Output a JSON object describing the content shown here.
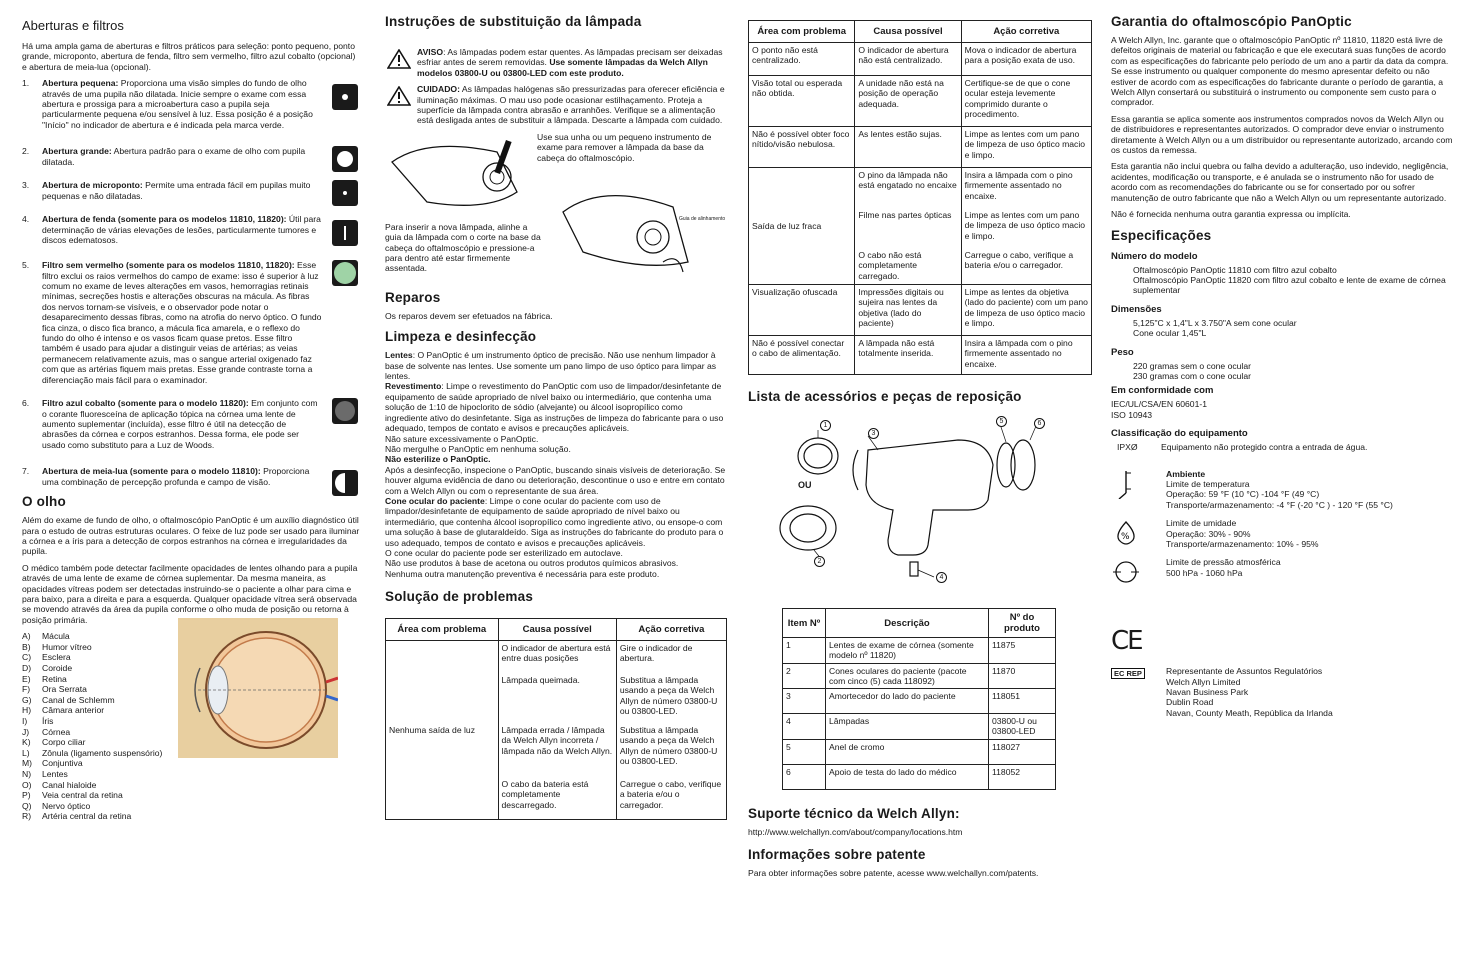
{
  "col1": {
    "heading": "Aberturas e filtros",
    "intro": "Há uma ampla gama de aberturas e filtros práticos para seleção: ponto pequeno, ponto grande, microponto, abertura de fenda, filtro sem vermelho, filtro azul cobalto (opcional) e abertura de meia-lua (opcional).",
    "filters": [
      {
        "num": "1.",
        "title": "Abertura pequena:",
        "text": " Proporciona uma visão simples do fundo de olho através de uma pupila não dilatada. Inicie sempre o exame com essa abertura e prossiga para a microabertura caso a pupila seja particularmente pequena e/ou sensível à luz. Essa posição é a posição \"Início\" no indicador de abertura e é indicada pela marca verde."
      },
      {
        "num": "2.",
        "title": "Abertura grande:",
        "text": " Abertura padrão para o exame de olho com pupila dilatada."
      },
      {
        "num": "3.",
        "title": "Abertura de microponto:",
        "text": " Permite uma entrada fácil em pupilas muito pequenas e não dilatadas."
      },
      {
        "num": "4.",
        "title": "Abertura de fenda (somente para os modelos 11810, 11820):",
        "text": " Útil para determinação de várias elevações de lesões, particularmente tumores e discos edematosos."
      },
      {
        "num": "5.",
        "title": "Filtro sem vermelho (somente para os modelos 11810, 11820):",
        "text": " Esse filtro exclui os raios vermelhos do campo de exame: isso é superior à luz comum no exame de leves alterações em vasos, hemorragias retinais mínimas, secreções hostis e alterações obscuras na mácula. As fibras dos nervos tornam-se visíveis, e o observador pode notar o desaparecimento dessas fibras, como na atrofia do nervo óptico. O fundo fica cinza, o disco fica branco, a mácula fica amarela, e o reflexo do fundo do olho é intenso e os vasos ficam quase pretos. Esse filtro também é usado para ajudar a distinguir veias de artérias; as veias permanecem relativamente azuis, mas o sangue arterial oxigenado faz com que as artérias fiquem mais pretas. Esse grande contraste torna a diferenciação mais fácil para o examinador."
      },
      {
        "num": "6.",
        "title": "Filtro azul cobalto (somente para o modelo 11820):",
        "text": " Em conjunto com o corante fluoresceína de aplicação tópica na córnea uma lente de aumento suplementar (incluída), esse filtro é útil na detecção de abrasões da córnea e corpos estranhos. Dessa forma, ele pode ser usado como substituto para a Luz de Woods."
      },
      {
        "num": "7.",
        "title": "Abertura de meia-lua (somente para o modelo 11810):",
        "text": " Proporciona uma combinação de percepção profunda e campo de visão."
      }
    ],
    "eye_heading": "O olho",
    "eye_p1": "Além do exame de fundo de olho, o oftalmoscópio PanOptic é um auxílio diagnóstico útil para o estudo de outras estruturas oculares. O feixe de luz pode ser usado para iluminar a córnea e a íris para a detecção de corpos estranhos na córnea e irregularidades da pupila.",
    "eye_p2": "O médico também pode detectar facilmente opacidades de lentes olhando para a pupila através de uma lente de exame de córnea suplementar. Da mesma maneira, as opacidades vítreas podem ser detectadas instruindo-se o paciente a olhar para cima e para baixo, para a direita e para a esquerda. Qualquer opacidade vítrea será observada se movendo através da área da pupila conforme o olho muda de posição ou retorna à posição primária.",
    "eye_labels": [
      {
        "k": "A)",
        "v": "Mácula"
      },
      {
        "k": "B)",
        "v": "Humor vítreo"
      },
      {
        "k": "C)",
        "v": "Esclera"
      },
      {
        "k": "D)",
        "v": "Coroide"
      },
      {
        "k": "E)",
        "v": "Retina"
      },
      {
        "k": "F)",
        "v": "Ora Serrata"
      },
      {
        "k": "G)",
        "v": "Canal de Schlemm"
      },
      {
        "k": "H)",
        "v": "Câmara anterior"
      },
      {
        "k": "I)",
        "v": "Íris"
      },
      {
        "k": "J)",
        "v": "Córnea"
      },
      {
        "k": "K)",
        "v": "Corpo ciliar"
      },
      {
        "k": "L)",
        "v": "Zônula (ligamento suspensório)"
      },
      {
        "k": "M)",
        "v": "Conjuntiva"
      },
      {
        "k": "N)",
        "v": "Lentes"
      },
      {
        "k": "O)",
        "v": "Canal hialoide"
      },
      {
        "k": "P)",
        "v": "Veia central da retina"
      },
      {
        "k": "Q)",
        "v": "Nervo óptico"
      },
      {
        "k": "R)",
        "v": "Artéria central da retina"
      }
    ]
  },
  "col2": {
    "lamp_heading": "Instruções de substituição da lâmpada",
    "aviso_title": "AVISO",
    "aviso_text": ": As lâmpadas podem estar quentes. As lâmpadas precisam ser deixadas esfriar antes de serem removidas. ",
    "aviso_bold": "Use somente lâmpadas da Welch Allyn modelos 03800-U ou 03800-LED com este produto.",
    "cuidado_title": "CUIDADO:",
    "cuidado_text": " As lâmpadas halógenas são pressurizadas para oferecer eficiência e iluminação máximas. O mau uso pode ocasionar estilhaçamento. Proteja a superfície da lâmpada contra abrasão e arranhões. Verifique se a alimentação está desligada antes de substituir a lâmpada. Descarte a lâmpada com cuidado.",
    "fig_caption_right": "Use sua unha ou um pequeno instrumento de exame para remover a lâmpada da base da cabeça do oftalmoscópio.",
    "fig_caption_left": "Para inserir a nova lâmpada, alinhe a guia da lâmpada com o corte na base da cabeça do oftalmoscópio e pressione-a para dentro até estar firmemente assentada.",
    "fig_guide_label": "Guia de alinhamento",
    "repairs_heading": "Reparos",
    "repairs_text": "Os reparos devem ser efetuados na fábrica.",
    "clean_heading": "Limpeza e desinfecção",
    "clean_lentes_label": "Lentes",
    "clean_lentes": ": O PanOptic é um instrumento óptico de precisão. Não use nenhum limpador à base de solvente nas lentes. Use somente um pano limpo de uso óptico para limpar as lentes.",
    "clean_rev_label": "Revestimento",
    "clean_rev": ": Limpe o revestimento do PanOptic com uso de limpador/desinfetante de equipamento de saúde apropriado de nível baixo ou intermediário, que contenha uma solução de 1:10 de hipoclorito de sódio (alvejante) ou álcool isopropílico como ingrediente ativo do desinfetante. Siga as instruções de limpeza do fabricante para o uso adequado, tempos de contato e avisos e precauções aplicáveis.",
    "clean_l1": "Não sature excessivamente o PanOptic.",
    "clean_l2": "Não mergulhe o PanOptic em nenhuma solução.",
    "clean_l3": "Não esterilize o PanOptic.",
    "clean_l4": "Após a desinfecção, inspecione o PanOptic, buscando sinais visíveis de deterioração. Se houver alguma evidência de dano ou deterioração, descontinue o uso e entre em contato com a Welch Allyn ou com o representante de sua área.",
    "clean_cone_label": "Cone ocular do paciente",
    "clean_cone": ": Limpe o cone ocular do paciente com uso de limpador/desinfetante de equipamento de saúde apropriado de nível baixo ou intermediário, que contenha álcool isopropílico como ingrediente ativo, ou ensope-o com uma solução à base de glutaraldeído. Siga as instruções do fabricante do produto para o uso adequado, tempos de contato e avisos e precauções aplicáveis.",
    "clean_l5": "O cone ocular do paciente pode ser esterilizado em autoclave.",
    "clean_l6": "Não use produtos à base de acetona ou outros produtos químicos abrasivos.",
    "clean_l7": "Nenhuma outra manutenção preventiva é necessária para este produto.",
    "trouble_heading": "Solução de problemas",
    "t_headers": [
      "Área com problema",
      "Causa possível",
      "Ação corretiva"
    ],
    "t_area": "Nenhuma saída de luz",
    "t_rows": [
      {
        "cause": "O indicador de abertura está entre duas posições",
        "action": "Gire o indicador de abertura."
      },
      {
        "cause": "Lâmpada queimada.",
        "action": "Substitua a lâmpada usando a peça da Welch Allyn de número 03800-U ou 03800-LED."
      },
      {
        "cause": "Lâmpada errada / lâmpada da Welch Allyn incorreta / lâmpada não da Welch Allyn.",
        "action": "Substitua a lâmpada usando a peça da Welch Allyn de número 03800-U ou 03800-LED."
      },
      {
        "cause": "O cabo da bateria está completamente descarregado.",
        "action": "Carregue o cabo, verifique a bateria e/ou o carregador."
      }
    ]
  },
  "col3": {
    "headers": [
      "Área com problema",
      "Causa possível",
      "Ação corretiva"
    ],
    "rows": [
      {
        "area": "O ponto não está centralizado.",
        "cause": "O indicador de abertura não está centralizado.",
        "action": "Mova o indicador de abertura para a posição exata de uso."
      },
      {
        "area": "Visão total ou esperada não obtida.",
        "cause": "A unidade não está na posição de operação adequada.",
        "action": "Certifique-se de que o cone ocular esteja levemente comprimido durante o procedimento."
      },
      {
        "area": "Não é possível obter foco nítido/visão nebulosa.",
        "cause": "As lentes estão sujas.",
        "action": "Limpe as lentes com um pano de limpeza de uso óptico macio e limpo."
      }
    ],
    "weak_area": "Saída de luz fraca",
    "weak_rows": [
      {
        "cause": "O pino da lâmpada não está engatado no encaixe",
        "action": "Insira a lâmpada com o pino firmemente assentado no encaixe."
      },
      {
        "cause": "Filme nas partes ópticas",
        "action": "Limpe as lentes com um pano de limpeza de uso óptico macio e limpo."
      },
      {
        "cause": "O cabo não está completamente carregado.",
        "action": "Carregue o cabo, verifique a bateria e/ou o carregador."
      }
    ],
    "rows2": [
      {
        "area": "Visualização ofuscada",
        "cause": "Impressões digitais ou sujeira nas lentes da objetiva (lado do paciente)",
        "action": "Limpe as lentes da objetiva (lado do paciente) com um pano de limpeza de uso óptico macio e limpo."
      },
      {
        "area": "Não é possível conectar o cabo de alimentação.",
        "cause": "A lâmpada não está totalmente inserida.",
        "action": "Insira a lâmpada com o pino firmemente assentado no encaixe."
      }
    ],
    "acc_heading": "Lista de acessórios e peças de reposição",
    "ou_label": "OU",
    "callouts": [
      "1",
      "2",
      "3",
      "4",
      "5",
      "6"
    ],
    "parts_headers": [
      "Item Nº",
      "Descrição",
      "Nº do produto"
    ],
    "parts": [
      {
        "item": "1",
        "desc": "Lentes de exame de córnea (somente modelo nº 11820)",
        "code": "11875"
      },
      {
        "item": "2",
        "desc": "Cones oculares do paciente (pacote com cinco (5) cada 118092)",
        "code": "11870"
      },
      {
        "item": "3",
        "desc": "Amortecedor do lado do paciente",
        "code": "118051"
      },
      {
        "item": "4",
        "desc": "Lâmpadas",
        "code": "03800-U ou 03800-LED"
      },
      {
        "item": "5",
        "desc": "Anel de cromo",
        "code": "118027"
      },
      {
        "item": "6",
        "desc": "Apoio de testa do lado do médico",
        "code": "118052"
      }
    ],
    "support_heading": "Suporte técnico da Welch Allyn:",
    "support_url": "http://www.welchallyn.com/about/company/locations.htm",
    "patent_heading": "Informações sobre patente",
    "patent_text": "Para obter informações sobre patente, acesse www.welchallyn.com/patents."
  },
  "col4": {
    "warranty_heading": "Garantia do oftalmoscópio PanOptic",
    "w1": "A Welch Allyn, Inc. garante que o oftalmoscópio PanOptic nº 11810, 11820 está livre de defeitos originais de material ou fabricação e que ele executará suas funções de acordo com as especificações do fabricante pelo período de um ano a partir da data da compra. Se esse instrumento ou qualquer componente do mesmo apresentar defeito ou não estiver de acordo com as especificações do fabricante durante o período de garantia, a Welch Allyn consertará ou substituirá o instrumento ou componente sem custo para o comprador.",
    "w2": "Essa garantia se aplica somente aos instrumentos comprados novos da Welch Allyn ou de distribuidores e representantes autorizados. O comprador deve enviar o instrumento diretamente à Welch Allyn ou a um distribuidor ou representante autorizado, arcando com os custos da remessa.",
    "w3": "Esta garantia não inclui quebra ou falha devido a adulteração, uso indevido, negligência, acidentes, modificação ou transporte, e é anulada se o instrumento não for usado de acordo com as recomendações do fabricante ou se for consertado por ou sofrer manutenção de outro fabricante que não a Welch Allyn ou um representante autorizado.",
    "w4": "Não é fornecida nenhuma outra garantia expressa ou implícita.",
    "spec_heading": "Especificações",
    "model_label": "Número do modelo",
    "model_1": "Oftalmoscópio PanOptic 11810 com filtro azul cobalto",
    "model_2": "Oftalmoscópio PanOptic 11820 com filtro azul cobalto e lente de exame de córnea suplementar",
    "dim_label": "Dimensões",
    "dim_1": "5,125\"C x 1,4\"L x 3.750\"A sem cone ocular",
    "dim_2": "Cone ocular 1,45\"L",
    "weight_label": "Peso",
    "weight_1": "220 gramas sem o cone ocular",
    "weight_2": "230 gramas com o cone ocular",
    "conform_label": "Em conformidade com",
    "conform_1": "IEC/UL/CSA/EN 60601-1",
    "conform_2": "ISO 10943",
    "class_label": "Classificação do equipamento",
    "ipx": "IPXØ",
    "ipx_text": "Equipamento não protegido contra a entrada de água.",
    "env_label": "Ambiente",
    "temp_1": "Limite de temperatura",
    "temp_2": "Operação: 59 °F (10 °C) -104 °F (49 °C)",
    "temp_3": "Transporte/armazenamento: -4 °F (-20 °C ) - 120 °F (55 °C)",
    "hum_1": "Limite de umidade",
    "hum_2": "Operação: 30% - 90%",
    "hum_3": "Transporte/armazenamento: 10% - 95%",
    "press_1": "Limite de pressão atmosférica",
    "press_2": "500 hPa - 1060 hPa",
    "ce": "CE",
    "ecrep": "EC REP",
    "rep_1": "Representante de Assuntos Regulatórios",
    "rep_2": "Welch Allyn Limited",
    "rep_3": "Navan Business Park",
    "rep_4": "Dublin Road",
    "rep_5": "Navan, County Meath, República da Irlanda"
  }
}
